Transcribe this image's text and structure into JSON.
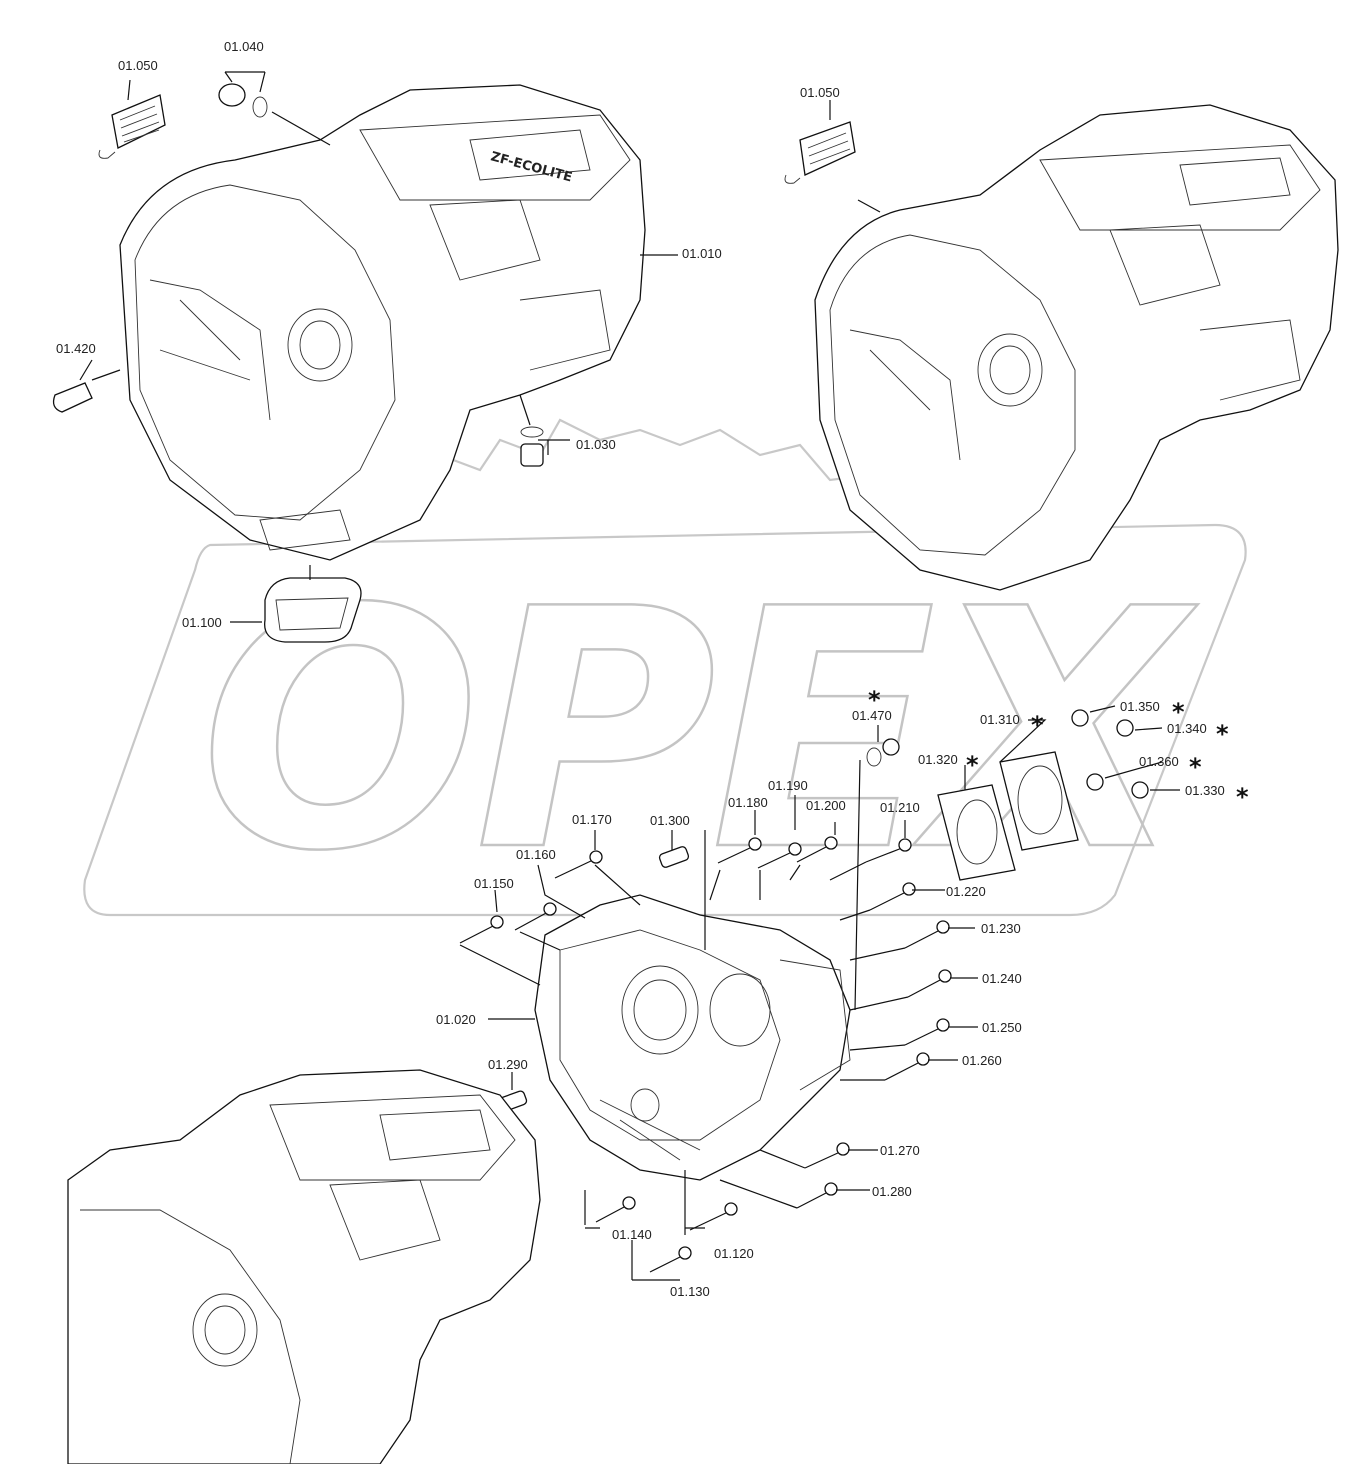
{
  "watermark": {
    "text": "OPEX"
  },
  "callouts": [
    {
      "id": "01.050",
      "label": "01.050"
    },
    {
      "id": "01.040",
      "label": "01.040"
    },
    {
      "id": "01.010",
      "label": "01.010"
    },
    {
      "id": "01.420",
      "label": "01.420"
    },
    {
      "id": "01.030",
      "label": "01.030"
    },
    {
      "id": "01.100",
      "label": "01.100"
    },
    {
      "id": "01.050b",
      "label": "01.050"
    },
    {
      "id": "01.470",
      "label": "01.470",
      "starred": true
    },
    {
      "id": "01.310",
      "label": "01.310",
      "starred": true
    },
    {
      "id": "01.350",
      "label": "01.350",
      "starred": true
    },
    {
      "id": "01.340",
      "label": "01.340",
      "starred": true
    },
    {
      "id": "01.320",
      "label": "01.320",
      "starred": true
    },
    {
      "id": "01.360",
      "label": "01.360",
      "starred": true
    },
    {
      "id": "01.330",
      "label": "01.330",
      "starred": true
    },
    {
      "id": "01.190",
      "label": "01.190"
    },
    {
      "id": "01.180",
      "label": "01.180"
    },
    {
      "id": "01.200",
      "label": "01.200"
    },
    {
      "id": "01.210",
      "label": "01.210"
    },
    {
      "id": "01.170",
      "label": "01.170"
    },
    {
      "id": "01.300",
      "label": "01.300"
    },
    {
      "id": "01.160",
      "label": "01.160"
    },
    {
      "id": "01.150",
      "label": "01.150"
    },
    {
      "id": "01.220",
      "label": "01.220"
    },
    {
      "id": "01.230",
      "label": "01.230"
    },
    {
      "id": "01.240",
      "label": "01.240"
    },
    {
      "id": "01.020",
      "label": "01.020"
    },
    {
      "id": "01.250",
      "label": "01.250"
    },
    {
      "id": "01.260",
      "label": "01.260"
    },
    {
      "id": "01.290",
      "label": "01.290"
    },
    {
      "id": "01.270",
      "label": "01.270"
    },
    {
      "id": "01.280",
      "label": "01.280"
    },
    {
      "id": "01.140",
      "label": "01.140"
    },
    {
      "id": "01.120",
      "label": "01.120"
    },
    {
      "id": "01.130",
      "label": "01.130"
    }
  ],
  "star_symbol": "*",
  "casing_logo": "ZF-ECOLITE"
}
